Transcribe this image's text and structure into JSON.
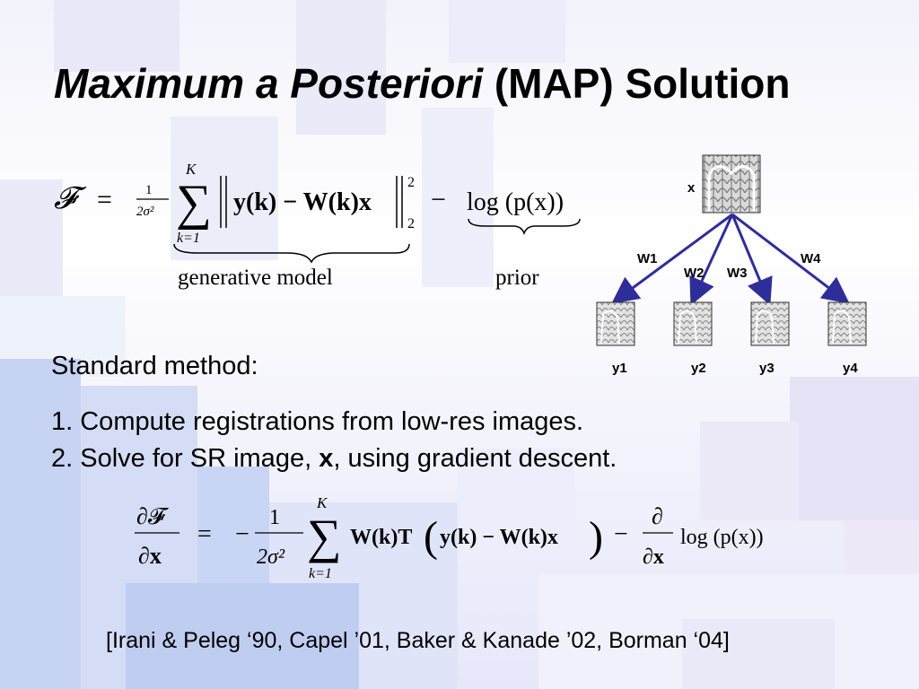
{
  "slide": {
    "title_italic": "Maximum a Posteriori",
    "title_rest": " (MAP) Solution"
  },
  "equation1": {
    "lhs": "𝓕",
    "equals": "=",
    "coef_num": "1",
    "coef_den": "2σ²",
    "sum_top": "K",
    "sum_bottom": "k=1",
    "norm_body": "y(k) − W(k)x",
    "norm_sup": "2",
    "norm_sub": "2",
    "minus": "−",
    "prior_term": "log (p(x))",
    "label_generative": "generative model",
    "label_prior": "prior"
  },
  "standard_method": {
    "heading": "Standard method:",
    "step1": "1. Compute registrations from low-res images.",
    "step2_pre": "2. Solve for SR image, ",
    "step2_bold": "x",
    "step2_post": ", using gradient descent."
  },
  "equation2": {
    "lhs_num": "∂𝓕",
    "lhs_den": "∂x",
    "equals": "=",
    "minus": "−",
    "coef_num": "1",
    "coef_den": "2σ²",
    "sum_top": "K",
    "sum_bottom": "k=1",
    "wt": "W(k)T",
    "paren_body": "y(k) − W(k)x",
    "minus2": "−",
    "d_num": "∂",
    "d_den": "∂x",
    "log_term": "log (p(x))"
  },
  "diagram": {
    "x_label": "x",
    "weights": [
      "W1",
      "W2",
      "W3",
      "W4"
    ],
    "outputs": [
      "y1",
      "y2",
      "y3",
      "y4"
    ],
    "arrow_color": "#2e2e9a"
  },
  "references": "[Irani & Peleg ‘90, Capel ’01, Baker & Kanade ’02, Borman ‘04]"
}
